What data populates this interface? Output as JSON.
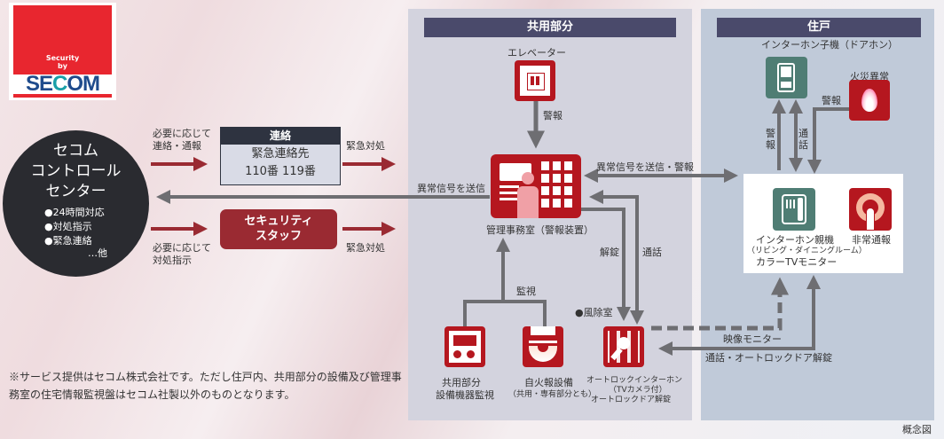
{
  "logo": {
    "tagline_1": "Security",
    "tagline_2": "by",
    "brand_left": "SE",
    "brand_o": "C",
    "brand_right": "OM"
  },
  "control_center": {
    "title_lines": [
      "セコム",
      "コントロール",
      "センター"
    ],
    "bullets": [
      "●24時間対応",
      "●対処指示",
      "●緊急連絡"
    ],
    "etc": "…他"
  },
  "flows_left": {
    "top_label_1": "必要に応じて",
    "top_label_2": "連絡・通報",
    "bottom_label_1": "必要に応じて",
    "bottom_label_2": "対処指示",
    "emergency_1": "緊急対処",
    "emergency_2": "緊急対処",
    "send_abnormal": "異常信号を送信"
  },
  "contact_box": {
    "header": "連絡",
    "line1": "緊急連絡先",
    "line2": "110番  119番"
  },
  "security_staff": {
    "line1": "セキュリティ",
    "line2": "スタッフ"
  },
  "common_area": {
    "header": "共用部分",
    "elevator": "エレベーター",
    "alarm": "警報",
    "office": "管理事務室（警報装置）",
    "send_alarm": "異常信号を送信・警報",
    "unlock": "解錠",
    "call": "通話",
    "monitor": "監視",
    "vestibule": "●風除室",
    "equipment_1": "共用部分",
    "equipment_2": "設備機器監視",
    "fire_1": "自火報設備",
    "fire_2": "（共用・専有部分とも）",
    "autolock_1": "オートロックインターホン",
    "autolock_2": "（TVカメラ付）",
    "autolock_3": "オートロックドア解錠"
  },
  "residence": {
    "header": "住戸",
    "door_phone": "インターホン子機（ドアホン）",
    "fire_alert": "火災異常",
    "alarm_h": "警報",
    "alarm_v": "警\n報",
    "call_v": "通\n話",
    "master_1": "インターホン親機",
    "master_2": "（リビング・ダイニングルーム）",
    "master_3": "カラーTVモニター",
    "emergency": "非常通報",
    "video_monitor": "映像モニター",
    "call_unlock": "通話・オートロックドア解錠"
  },
  "note": "※サービス提供はセコム株式会社です。ただし住戸内、共用部分の設備及び管理事務室の住宅情報監視盤はセコム社製以外のものとなります。",
  "caption": "概念図",
  "colors": {
    "accent_red": "#b5171f",
    "dark_red": "#9a2a32",
    "arrow_gray": "#6e6e72",
    "header_navy": "#4a4a6b",
    "intercom_green": "#4f7d74"
  }
}
